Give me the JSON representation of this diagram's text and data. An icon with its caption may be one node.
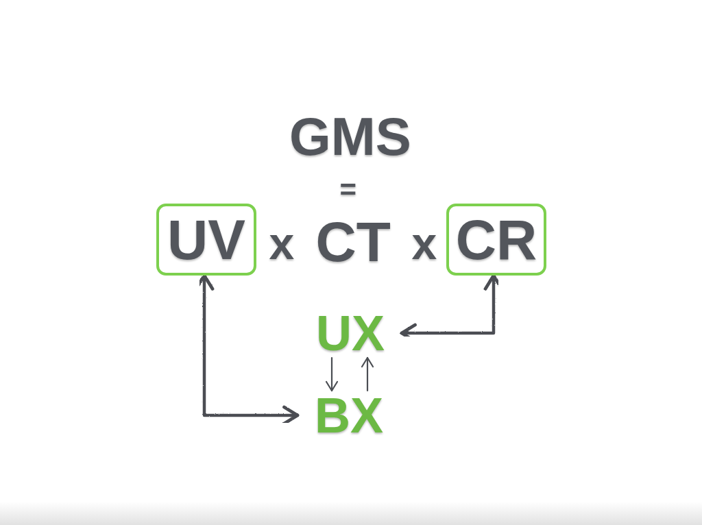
{
  "diagram": {
    "nodes": [
      {
        "text": [
          "UV"
        ]
      },
      {
        "text": [
          "CR"
        ]
      },
      {
        "text": [
          "UX"
        ]
      },
      {
        "text": [
          "BX"
        ]
      }
    ],
    "edges": [
      {
        "from": 0,
        "to": 3,
        "arrow": "both",
        "style": "thick"
      },
      {
        "from": 1,
        "to": 2,
        "arrow": "both",
        "style": "thick"
      },
      {
        "from": 2,
        "to": 3,
        "arrow": "to"
      },
      {
        "from": 3,
        "to": 2,
        "arrow": "to"
      }
    ],
    "labels": [
      "GMS",
      "=",
      "x",
      "CT",
      "x"
    ]
  }
}
